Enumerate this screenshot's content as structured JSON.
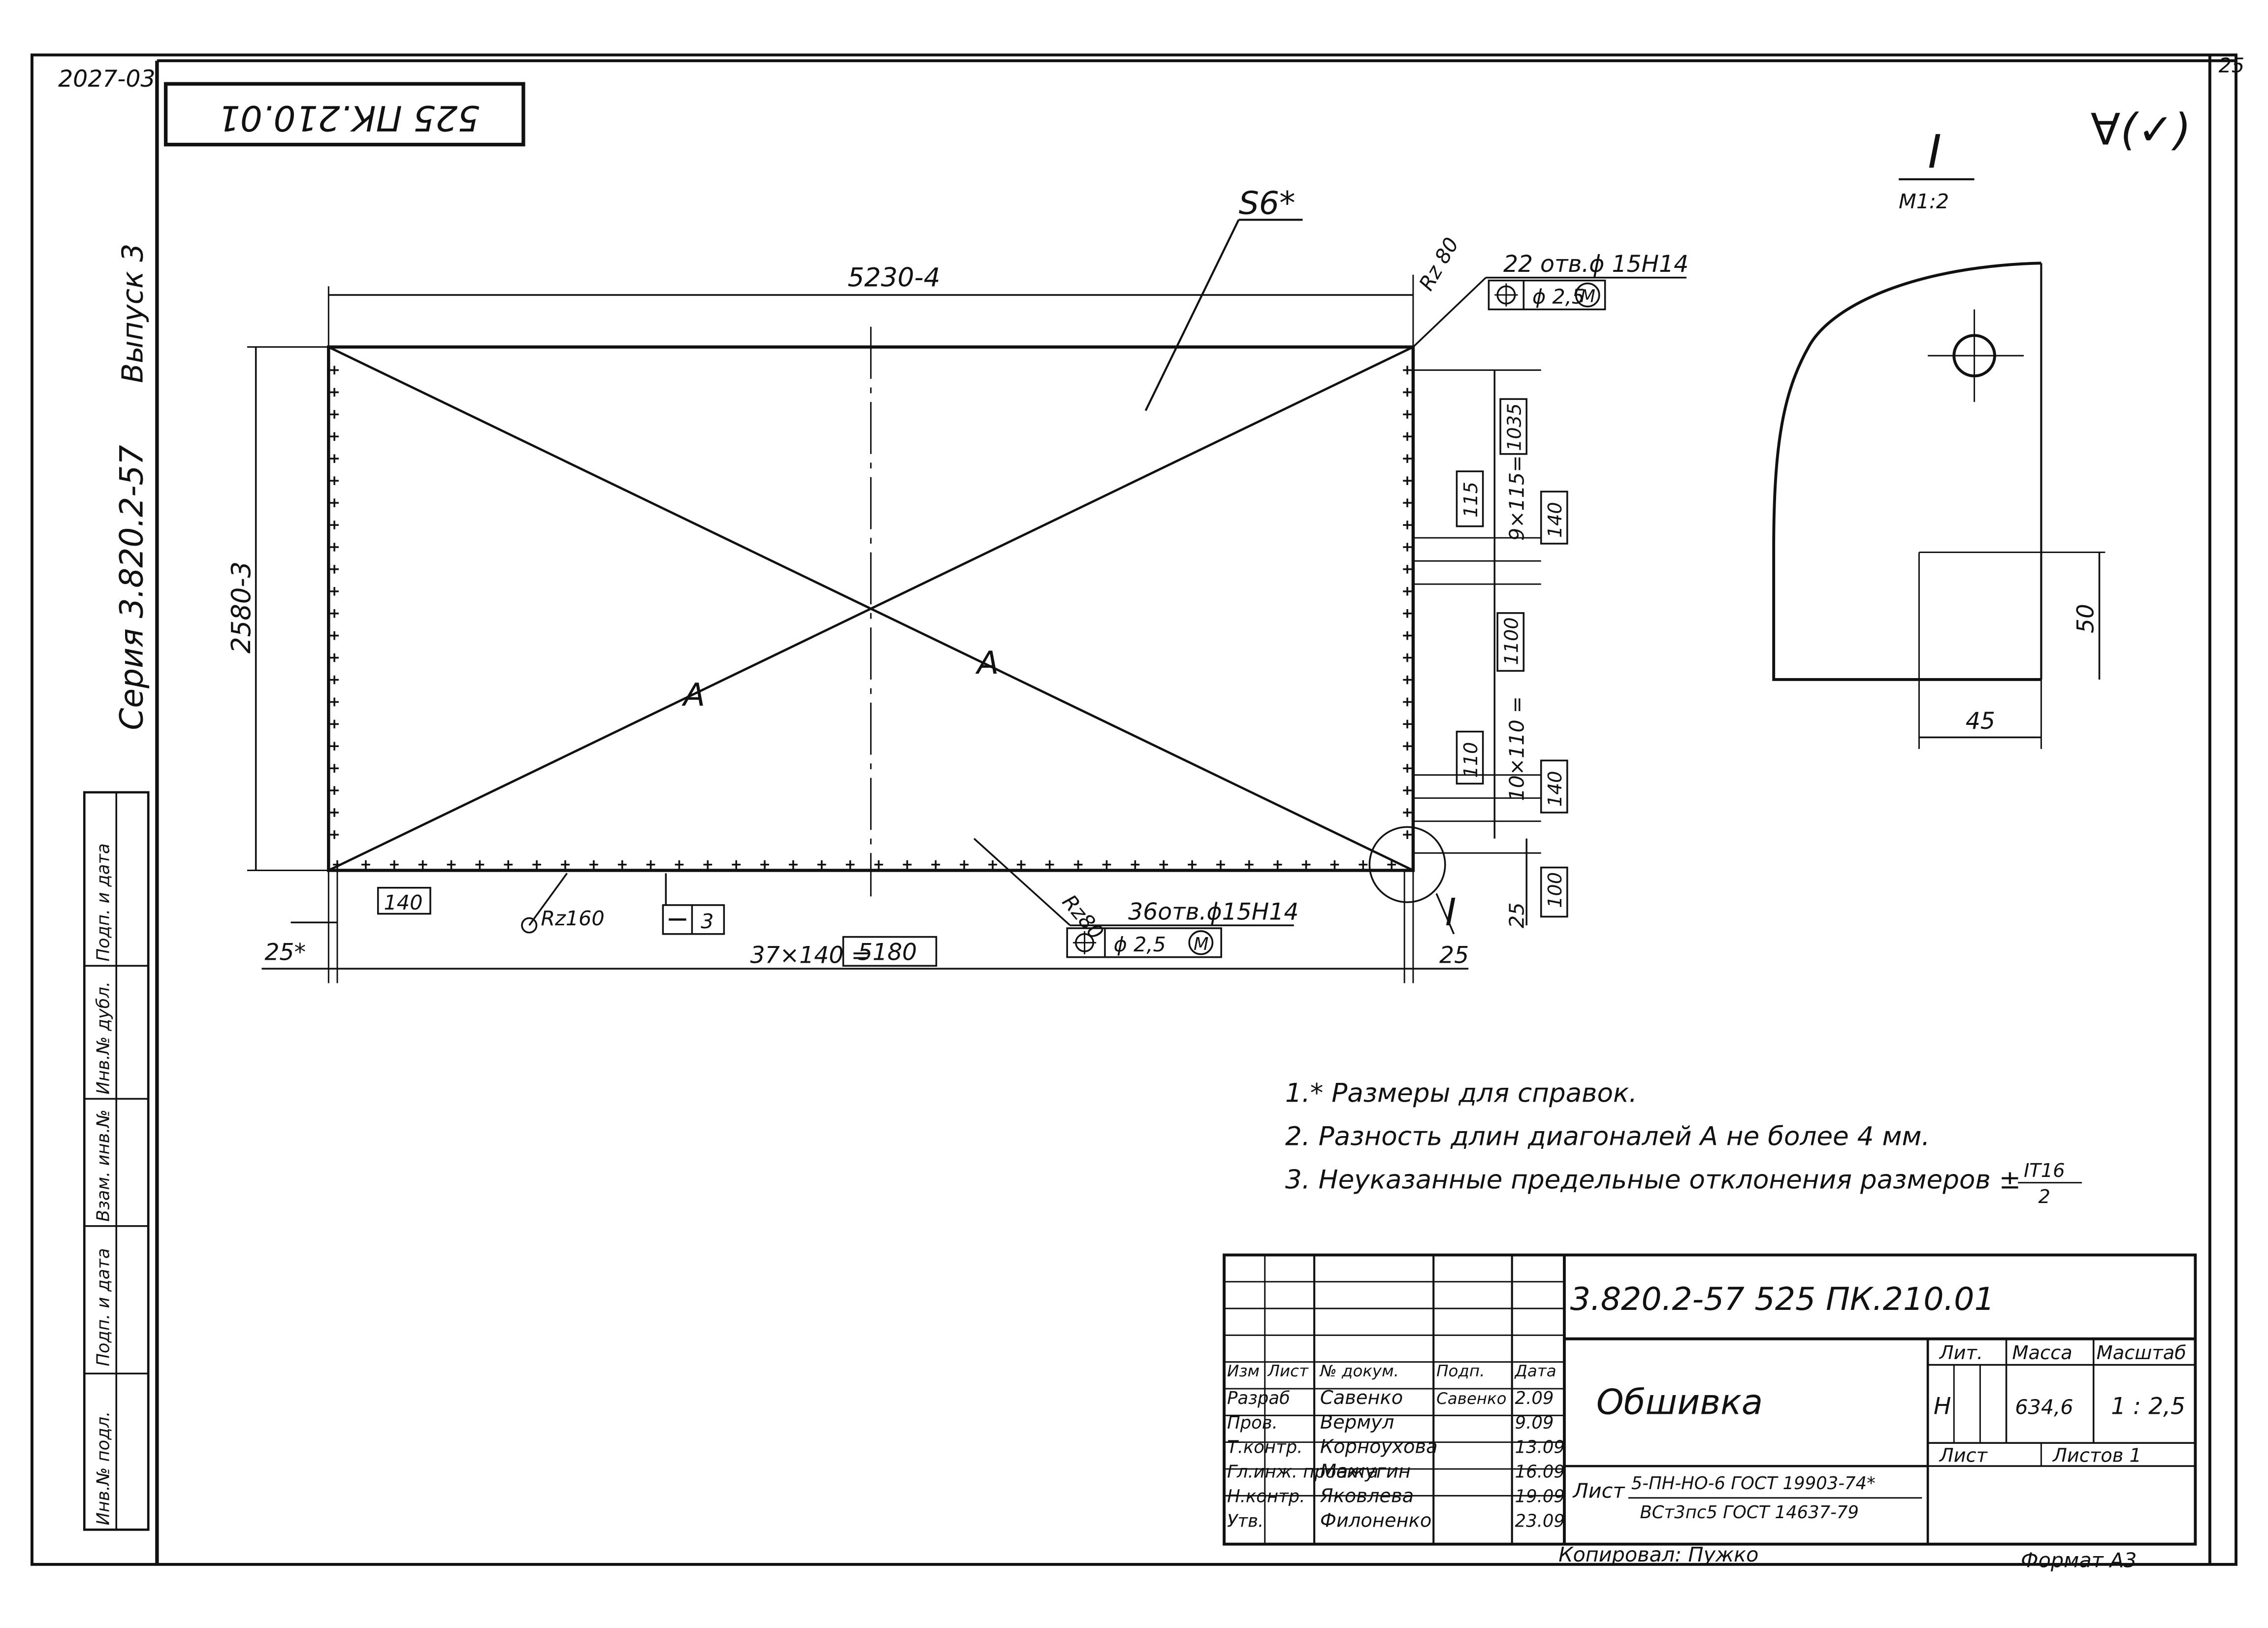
{
  "corner_number": "2027-03",
  "sheet_number": "25",
  "rotated_code": "525 ПК.210.01",
  "series": "Серия 3.820.2-57",
  "issue": "Выпуск 3",
  "left_stamp": [
    "Инв.№ подл.",
    "Подп. и дата",
    "Взам. инв.№",
    "Инв.№ дубл.",
    "Подп. и дата"
  ],
  "roughness_symbol": "∀(✓)",
  "drawing": {
    "thickness": "S6*",
    "width_dim": "5230-4",
    "height_dim": "2580-3",
    "diag_label": "A",
    "roughness_top": "Rz 80",
    "holes_right": "22 отв.ϕ 15H14",
    "tol_right": "ϕ 2,5",
    "tol_circle": "M",
    "dim_9x115": "9×115=",
    "dim_1035": "1035",
    "dim_115": "115",
    "dim_140": "140",
    "dim_10x110": "10×110 =",
    "dim_1100": "1100",
    "dim_110": "110",
    "dim_25": "25",
    "dim_100": "100",
    "dim_25star": "25*",
    "dim_140_bottom": "140",
    "rz160": "Rz160",
    "flat_3": "3",
    "rz80_bottom": "Rz80",
    "holes_bottom": "36отв.ϕ15H14",
    "dim_37x140": "37×140 =",
    "dim_5180": "5180",
    "dim_25_right": "25",
    "callout": "I"
  },
  "detail": {
    "title": "I",
    "scale": "М1:2",
    "dim_50": "50",
    "dim_45": "45"
  },
  "notes": [
    "1.* Размеры для справок.",
    "2. Разность длин диагоналей А не более 4 мм.",
    "3. Неуказанные предельные отклонения размеров ±"
  ],
  "note3_fraction_top": "IT16",
  "note3_fraction_bottom": "2",
  "title_block": {
    "code": "3.820.2-57   525 ПК.210.01",
    "name": "Обшивка",
    "headers": [
      "Изм",
      "Лист",
      "№ докум.",
      "Подп.",
      "Дата"
    ],
    "rows": [
      {
        "role": "Разраб",
        "name": "Савенко",
        "sign": "Савенко",
        "date": "2.09"
      },
      {
        "role": "Пров.",
        "name": "Вермул",
        "sign": "",
        "date": "9.09"
      },
      {
        "role": "Т.контр.",
        "name": "Корноухова",
        "sign": "",
        "date": "13.09"
      },
      {
        "role": "Гл.инж. проекта",
        "name": "Мажугин",
        "sign": "",
        "date": "16.09"
      },
      {
        "role": "Н.контр.",
        "name": "Яковлева",
        "sign": "",
        "date": "19.09"
      },
      {
        "role": "Утв.",
        "name": "Филоненко",
        "sign": "",
        "date": "23.09"
      }
    ],
    "lit_label": "Лит.",
    "mass_label": "Масса",
    "scale_label": "Масштаб",
    "lit_value": "Н",
    "mass_value": "634,6",
    "scale_value": "1 : 2,5",
    "sheet_label": "Лист",
    "sheets_label": "Листов  1",
    "material_prefix": "Лист",
    "material_top": "5-ПН-НО-6 ГОСТ 19903-74*",
    "material_bottom": "ВСт3пс5 ГОСТ 14637-79"
  },
  "copied_by": "Копировал:   Пужко",
  "format": "Формат А3"
}
